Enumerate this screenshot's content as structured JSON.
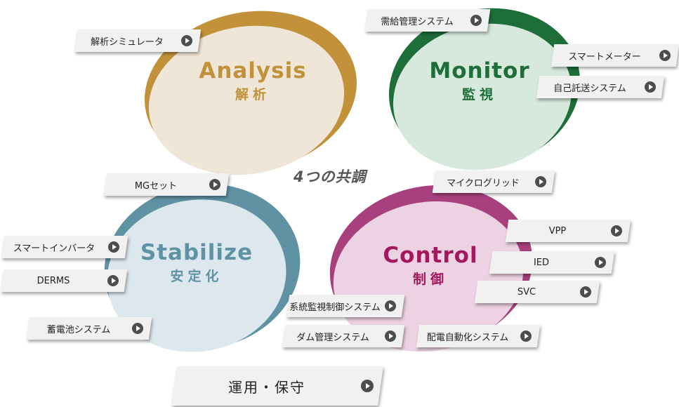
{
  "center_label": "4つの共調",
  "rings": {
    "analysis": {
      "en": "Analysis",
      "jp": "解析",
      "color": "#c1923a",
      "fill": "#f0e6d7"
    },
    "monitor": {
      "en": "Monitor",
      "jp": "監視",
      "color": "#1e6e3a",
      "fill": "#d7e8dd"
    },
    "stabilize": {
      "en": "Stabilize",
      "jp": "安定化",
      "color": "#5f93a3",
      "fill": "#dce8ee"
    },
    "control": {
      "en": "Control",
      "jp": "制御",
      "color": "#a8407e",
      "fill": "#ecd2e2"
    }
  },
  "buttons": {
    "kaiseki_simulator": "解析シミュレータ",
    "jukyu_kanri": "需給管理システム",
    "smart_meter": "スマートメーター",
    "jiko_takuso": "自己託送システム",
    "mg_set": "MGセット",
    "microgrid": "マイクログリッド",
    "smart_inverter": "スマートインバータ",
    "derms": "DERMS",
    "chikudenchi": "蓄電池システム",
    "vpp": "VPP",
    "ied": "IED",
    "svc": "SVC",
    "keito_kanshi": "系統監視制御システム",
    "dam_kanri": "ダム管理システム",
    "haiden_jidoka": "配電自動化システム",
    "unyo_hoshu": "運用・保守"
  },
  "icons": {
    "play": "play-circle-icon"
  }
}
